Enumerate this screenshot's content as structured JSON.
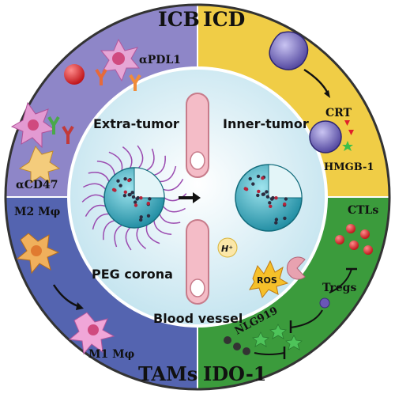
{
  "quadrants": {
    "icb": {
      "title": "ICB",
      "color": "#8e86c8",
      "labels": {
        "antibody_top": "αPDL1",
        "antibody_bottom": "αCD47"
      }
    },
    "icd": {
      "title": "ICD",
      "color": "#f0cd46",
      "labels": {
        "crt": "CRT",
        "hmgb1": "HMGB-1"
      }
    },
    "tams": {
      "title": "TAMs",
      "color": "#5464b0",
      "labels": {
        "m2": "M2 Mφ",
        "m1": "M1 Mφ"
      }
    },
    "ido1": {
      "title": "IDO-1",
      "color": "#3b9b3c",
      "labels": {
        "ctls": "CTLs",
        "tregs": "Tregs",
        "drug": "NLG919"
      }
    }
  },
  "center": {
    "extra_tumor": "Extra-tumor",
    "inner_tumor": "Inner-tumor",
    "peg_corona": "PEG corona",
    "blood_vessel": "Blood vessel",
    "h_plus": "H⁺",
    "ros": "ROS"
  },
  "colors": {
    "inner_disk": "#d7eef7",
    "nanoparticle": "#3fb6c9",
    "peg_chain": "#9b4bb0",
    "vessel": "#f2b6c2",
    "ring_border": "#333333"
  }
}
